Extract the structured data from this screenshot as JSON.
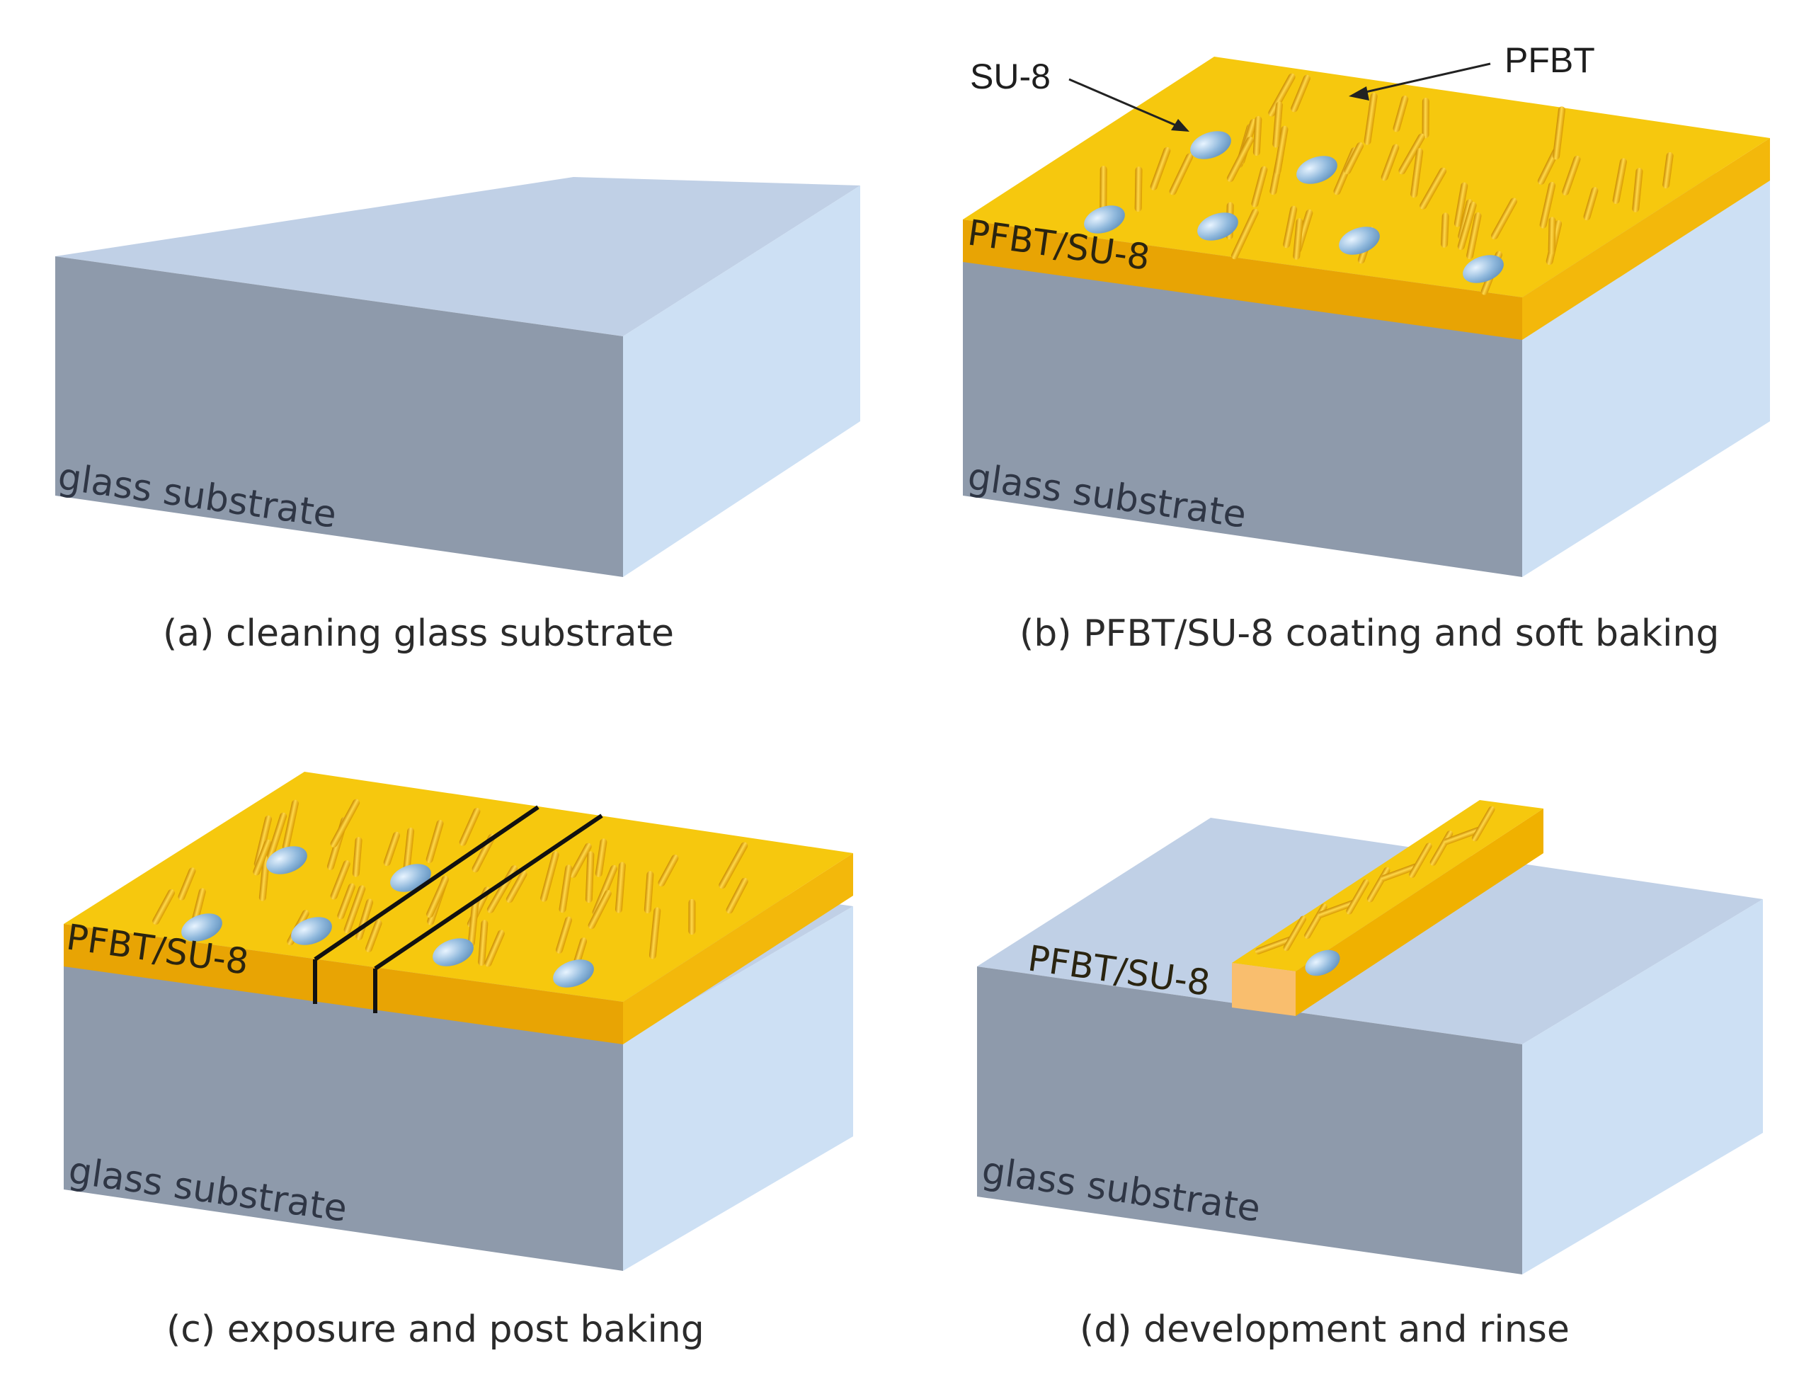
{
  "panels": {
    "a": {
      "substrate_label": "glass substrate",
      "caption": "(a) cleaning glass substrate"
    },
    "b": {
      "substrate_label": "glass substrate",
      "layer_label": "PFBT/SU-8",
      "caption": "(b) PFBT/SU-8 coating and soft baking",
      "callout_su8": "SU-8",
      "callout_pfbt": "PFBT"
    },
    "c": {
      "substrate_label": "glass substrate",
      "layer_label": "PFBT/SU-8",
      "caption": "(c) exposure and post baking"
    },
    "d": {
      "substrate_label": "glass substrate",
      "layer_label": "PFBT/SU-8",
      "caption": "(d) development and rinse"
    }
  },
  "colors": {
    "glass_front": "#8e9aab",
    "glass_top": "#c0d0e6",
    "glass_side": "#cde0f4",
    "film_top": "#f6c80e",
    "film_front": "#e8a404",
    "film_side": "#f3b80b",
    "rod": "#f0b400",
    "droplet": "#8fb8dc",
    "exposure_line": "#111111"
  }
}
